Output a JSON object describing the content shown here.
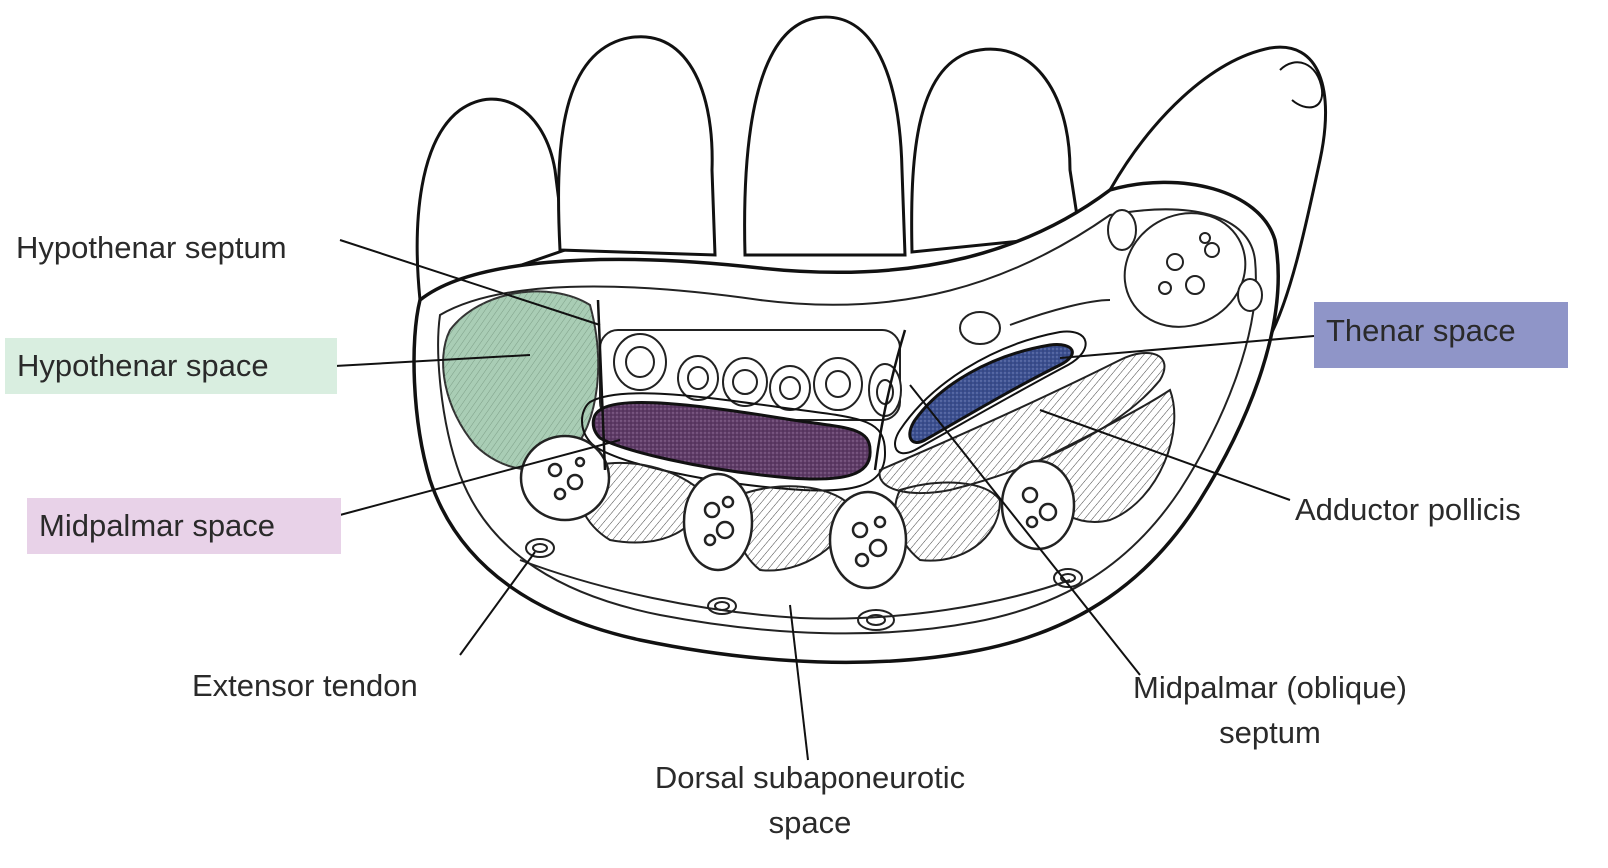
{
  "labels": {
    "hypothenar_septum": "Hypothenar septum",
    "hypothenar_space": "Hypothenar space",
    "midpalmar_space": "Midpalmar space",
    "thenar_space": "Thenar space",
    "adductor_pollicis": "Adductor pollicis",
    "extensor_tendon": "Extensor tendon",
    "midpalmar_oblique_septum_line1": "Midpalmar (oblique)",
    "midpalmar_oblique_septum_line2": "septum",
    "dorsal_subaponeurotic_line1": "Dorsal subaponeurotic",
    "dorsal_subaponeurotic_line2": "space"
  },
  "colors": {
    "hypothenar_space": "#d9eee0",
    "midpalmar_space": "#e8d2e8",
    "thenar_space": "#8f95c8",
    "hypothenar_muscle": "#a9cdb5",
    "midpalmar_fill": "#5e3b66",
    "thenar_fill": "#3b4f8f"
  }
}
